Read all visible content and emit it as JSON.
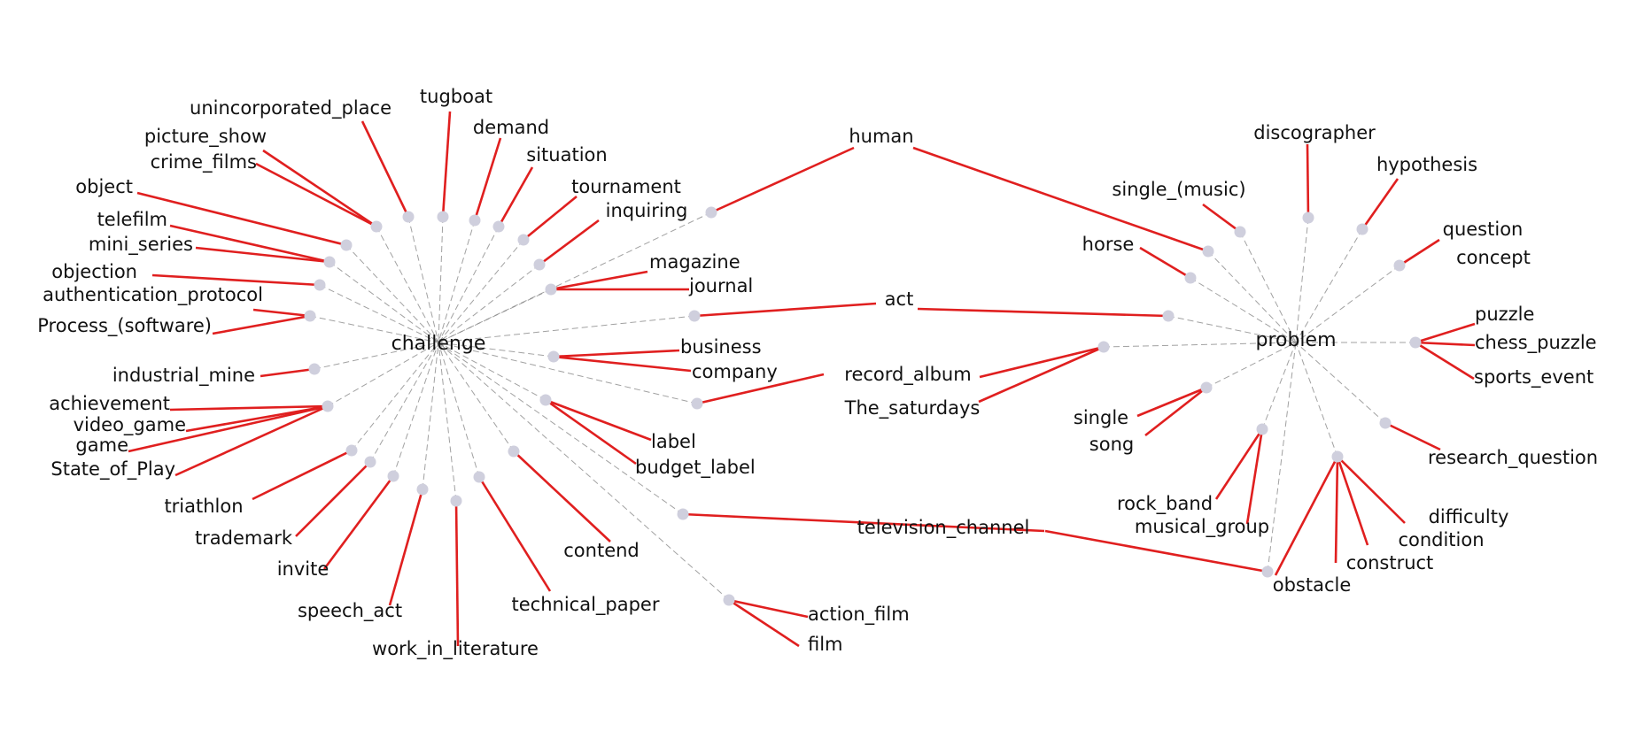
{
  "colors": {
    "leader": "#e01f1f",
    "spoke": "#8a8a8a",
    "node": "#cfcfdd",
    "text": "#111111",
    "background": "#ffffff"
  },
  "hubs": [
    {
      "id": "challenge",
      "label": "challenge"
    },
    {
      "id": "problem",
      "label": "problem"
    }
  ],
  "nodes": [
    {
      "id": "c1",
      "hub": "challenge",
      "labels": [
        "unincorporated_place"
      ]
    },
    {
      "id": "c2",
      "hub": "challenge",
      "labels": [
        "tugboat"
      ]
    },
    {
      "id": "c3",
      "hub": "challenge",
      "labels": [
        "demand"
      ]
    },
    {
      "id": "c4",
      "hub": "challenge",
      "labels": [
        "situation"
      ]
    },
    {
      "id": "c5",
      "hub": "challenge",
      "labels": [
        "tournament"
      ]
    },
    {
      "id": "c6",
      "hub": "challenge",
      "labels": [
        "inquiring"
      ]
    },
    {
      "id": "c7",
      "hub": "challenge",
      "labels": [
        "magazine",
        "journal"
      ]
    },
    {
      "id": "c8",
      "hub": "challenge",
      "labels": [
        "business",
        "company"
      ]
    },
    {
      "id": "c9",
      "hub": "challenge",
      "labels": [
        "label",
        "budget_label"
      ]
    },
    {
      "id": "c10",
      "hub": "challenge",
      "labels": [
        "contend"
      ]
    },
    {
      "id": "c11",
      "hub": "challenge",
      "labels": [
        "technical_paper"
      ]
    },
    {
      "id": "c12",
      "hub": "challenge",
      "labels": [
        "work_in_literature"
      ]
    },
    {
      "id": "c13",
      "hub": "challenge",
      "labels": [
        "speech_act"
      ]
    },
    {
      "id": "c14",
      "hub": "challenge",
      "labels": [
        "invite"
      ]
    },
    {
      "id": "c15",
      "hub": "challenge",
      "labels": [
        "trademark"
      ]
    },
    {
      "id": "c16",
      "hub": "challenge",
      "labels": [
        "triathlon"
      ]
    },
    {
      "id": "c17",
      "hub": "challenge",
      "labels": [
        "achievement",
        "video_game",
        "game",
        "State_of_Play"
      ]
    },
    {
      "id": "c18",
      "hub": "challenge",
      "labels": [
        "industrial_mine"
      ]
    },
    {
      "id": "c19",
      "hub": "challenge",
      "labels": [
        "authentication_protocol",
        "Process_(software)"
      ]
    },
    {
      "id": "c20",
      "hub": "challenge",
      "labels": [
        "objection"
      ]
    },
    {
      "id": "c21",
      "hub": "challenge",
      "labels": [
        "telefilm",
        "mini_series"
      ]
    },
    {
      "id": "c22",
      "hub": "challenge",
      "labels": [
        "object"
      ]
    },
    {
      "id": "c23",
      "hub": "challenge",
      "labels": [
        "picture_show",
        "crime_films"
      ]
    },
    {
      "id": "c24",
      "hub": "challenge",
      "labels": [
        "action_film",
        "film"
      ]
    },
    {
      "id": "s1",
      "hub": "both",
      "labels": [
        "human"
      ]
    },
    {
      "id": "s2",
      "hub": "both",
      "labels": [
        "act"
      ]
    },
    {
      "id": "s3",
      "hub": "both",
      "labels": [
        "record_album",
        "The_saturdays"
      ]
    },
    {
      "id": "s4",
      "hub": "both",
      "labels": [
        "television_channel"
      ]
    },
    {
      "id": "p1",
      "hub": "problem",
      "labels": [
        "discographer"
      ]
    },
    {
      "id": "p2",
      "hub": "problem",
      "labels": [
        "hypothesis"
      ]
    },
    {
      "id": "p3",
      "hub": "problem",
      "labels": [
        "question",
        "concept"
      ]
    },
    {
      "id": "p4",
      "hub": "problem",
      "labels": [
        "puzzle",
        "chess_puzzle",
        "sports_event"
      ]
    },
    {
      "id": "p5",
      "hub": "problem",
      "labels": [
        "research_question"
      ]
    },
    {
      "id": "p6",
      "hub": "problem",
      "labels": [
        "difficulty",
        "condition",
        "construct",
        "obstacle"
      ]
    },
    {
      "id": "p7",
      "hub": "problem",
      "labels": [
        "rock_band",
        "musical_group"
      ]
    },
    {
      "id": "p8",
      "hub": "problem",
      "labels": [
        "single",
        "song"
      ]
    },
    {
      "id": "p9",
      "hub": "problem",
      "labels": [
        "horse"
      ]
    },
    {
      "id": "p10",
      "hub": "problem",
      "labels": [
        "single_(music)"
      ]
    }
  ]
}
